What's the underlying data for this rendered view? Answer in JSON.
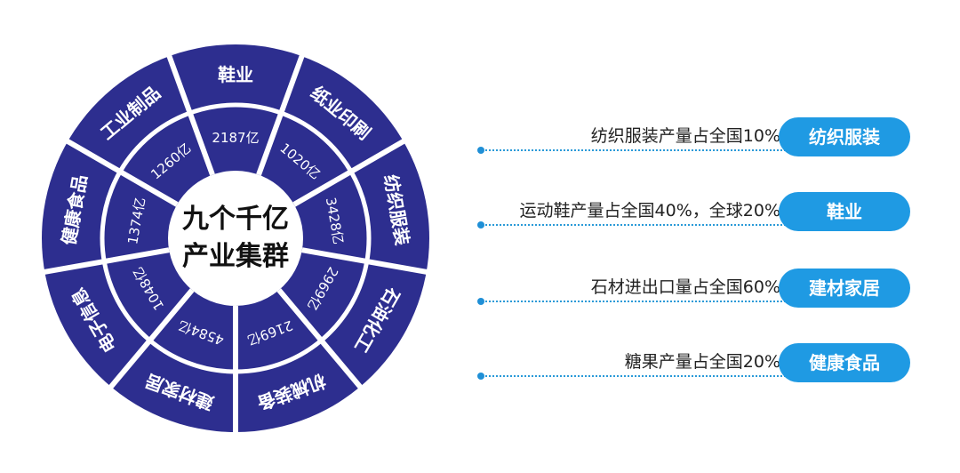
{
  "center": {
    "line1": "九个千亿",
    "line2": "产业集群"
  },
  "clusters": [
    {
      "name": "鞋业",
      "value": "2187亿"
    },
    {
      "name": "纸业印刷",
      "value": "1020亿"
    },
    {
      "name": "纺织服装",
      "value": "3428亿"
    },
    {
      "name": "石油化工",
      "value": "2969亿"
    },
    {
      "name": "机械装备",
      "value": "2169亿"
    },
    {
      "name": "建材家居",
      "value": "4584亿"
    },
    {
      "name": "电子信息",
      "value": "1048亿"
    },
    {
      "name": "健康食品",
      "value": "1374亿"
    },
    {
      "name": "工业制品",
      "value": "1260亿"
    }
  ],
  "highlights": [
    {
      "text": "纺织服装产量占全国10%",
      "tag": "纺织服装"
    },
    {
      "text": "运动鞋产量占全国40%，全球20%",
      "tag": "鞋业"
    },
    {
      "text": "石材进出口量占全国60%",
      "tag": "建材家居"
    },
    {
      "text": "糖果产量占全国20%",
      "tag": "健康食品"
    }
  ],
  "colors": {
    "ring_fill": "#2d2e8f",
    "ring_text": "#ffffff",
    "center_text": "#111111",
    "pill_fill": "#1f9ae3",
    "dotted_line": "#2a9ad8"
  }
}
